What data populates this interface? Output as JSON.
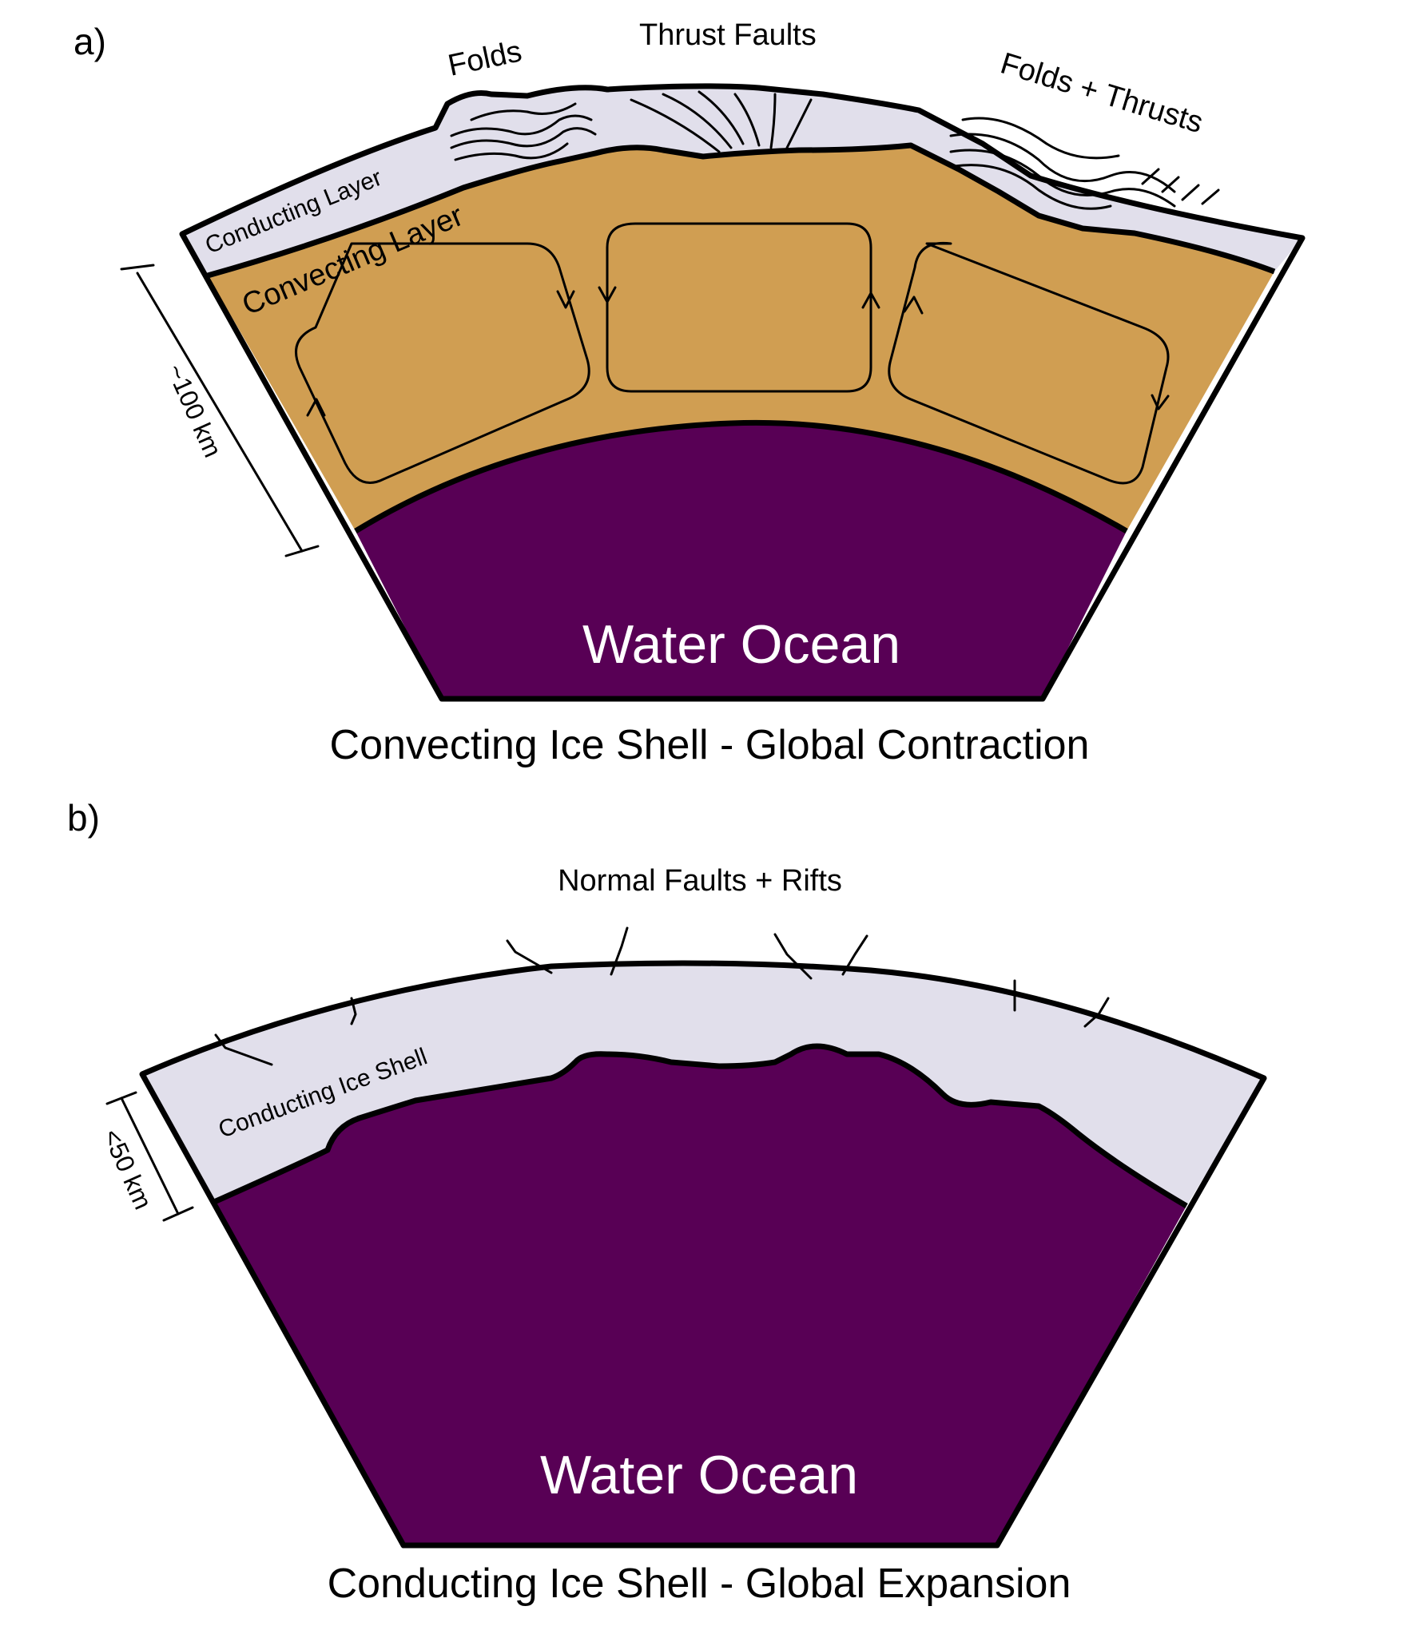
{
  "panel_a": {
    "letter": "a)",
    "annotations": {
      "folds": "Folds",
      "thrust_faults": "Thrust Faults",
      "folds_thrusts": "Folds + Thrusts"
    },
    "layers": {
      "conducting": "Conducting Layer",
      "convecting": "Convecting Layer",
      "ocean": "Water Ocean"
    },
    "scale_label": "~100 km",
    "caption": "Convecting Ice Shell - Global Contraction"
  },
  "panel_b": {
    "letter": "b)",
    "annotation": "Normal Faults + Rifts",
    "layers": {
      "conducting": "Conducting Ice Shell",
      "ocean": "Water Ocean"
    },
    "scale_label": "<50 km",
    "caption": "Conducting Ice Shell - Global Expansion"
  },
  "colors": {
    "ice": "#e1dfeb",
    "convecting": "#d09e52",
    "ocean": "#580055",
    "outline": "#000000"
  }
}
